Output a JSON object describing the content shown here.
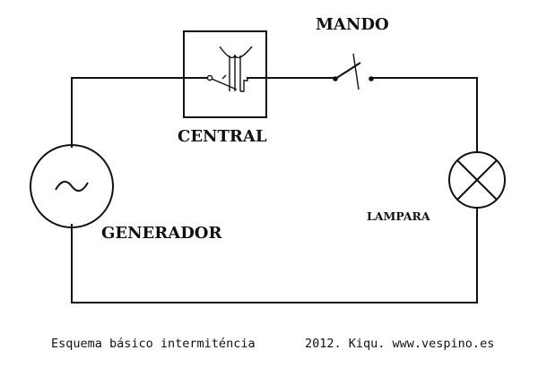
{
  "labels": {
    "mando": "MANDO",
    "central": "CENTRAL",
    "generador": "GENERADOR",
    "lampara": "LAMPARA"
  },
  "caption": {
    "left": "Esquema básico intermiténcia",
    "right": "2012. Kiqu. www.vespino.es"
  }
}
